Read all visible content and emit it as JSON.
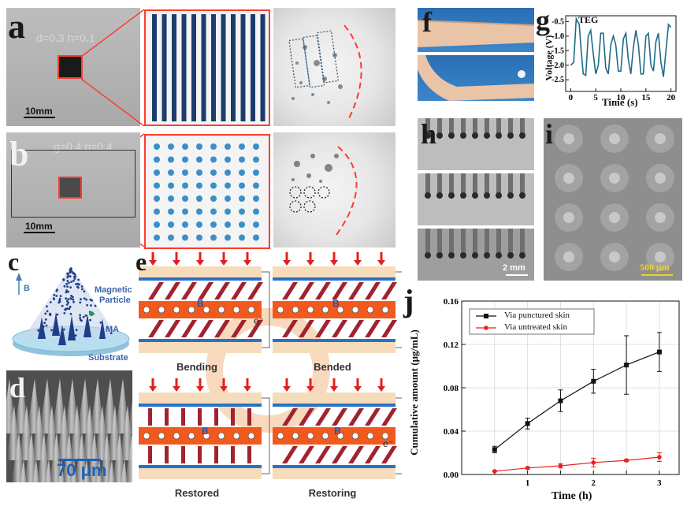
{
  "panels": {
    "a": {
      "label": "a",
      "photo_text": "d=0.3  h=0.1",
      "scale": "10mm"
    },
    "b": {
      "label": "b",
      "photo_text": "g=0.4  h=0.4",
      "scale": "10mm"
    },
    "c": {
      "label": "c",
      "b_arrow": "B",
      "magnetic": "Magnetic",
      "particle": "Particle",
      "ma": "MA",
      "substrate": "Substrate"
    },
    "d": {
      "label": "d",
      "scale": "70 μm"
    },
    "e": {
      "label": "e",
      "bending": "Bending",
      "bended": "Bended",
      "restored": "Restored",
      "restoring": "Restoring",
      "electron": "e⁻",
      "field": "B"
    },
    "f": {
      "label": "f"
    },
    "g": {
      "label": "g"
    },
    "h": {
      "label": "h",
      "scale": "2 mm"
    },
    "i": {
      "label": "i",
      "scale": "500 μm"
    },
    "j": {
      "label": "j"
    }
  },
  "chart_data": [
    {
      "type": "line",
      "panel": "g",
      "title": "TEG",
      "xlabel": "Time (s)",
      "ylabel": "Voltage (V)",
      "xlim": [
        -1,
        21
      ],
      "ylim": [
        -2.9,
        -0.3
      ],
      "xticks": [
        0,
        5,
        10,
        15,
        20
      ],
      "yticks": [
        -0.5,
        -1.0,
        -1.5,
        -2.0,
        -2.5
      ],
      "ytick_labels": [
        "-0.5",
        "-1.0",
        "-1.5",
        "-2.0",
        "-2.5"
      ],
      "color": "#1f6a86",
      "series": [
        {
          "x": [
            0.0,
            0.6,
            1.1,
            1.7,
            2.1,
            2.5,
            3.0,
            3.5,
            4.0,
            4.5,
            5.0,
            5.5,
            6.0,
            6.5,
            7.0,
            7.5,
            8.0,
            8.5,
            9.0,
            9.5,
            10.0,
            10.5,
            11.0,
            11.5,
            12.0,
            12.5,
            13.0,
            13.5,
            14.0,
            14.5,
            15.0,
            15.5,
            16.0,
            16.5,
            17.0,
            17.5,
            18.0,
            18.5,
            19.0,
            19.5,
            20.0
          ],
          "values": [
            -2.0,
            -1.9,
            -0.4,
            -0.6,
            -1.5,
            -2.3,
            -2.35,
            -1.0,
            -0.8,
            -1.6,
            -2.3,
            -2.0,
            -0.9,
            -0.9,
            -2.1,
            -2.3,
            -1.3,
            -1.0,
            -1.3,
            -2.2,
            -2.2,
            -1.1,
            -0.9,
            -1.8,
            -2.3,
            -1.4,
            -0.8,
            -1.3,
            -2.3,
            -2.3,
            -1.0,
            -0.9,
            -2.0,
            -2.2,
            -1.2,
            -0.9,
            -1.9,
            -2.4,
            -1.5,
            -0.6,
            -0.7
          ]
        }
      ]
    },
    {
      "type": "line",
      "panel": "j",
      "xlabel": "Time (h)",
      "ylabel": "Cumulative amount (μg/mL)",
      "xlim": [
        0,
        3.3
      ],
      "ylim": [
        0,
        0.16
      ],
      "xticks": [
        0.5,
        1,
        1.5,
        2,
        2.5,
        3
      ],
      "xtick_labels": [
        "",
        "1",
        "",
        "2",
        "",
        "3"
      ],
      "yticks": [
        0.0,
        0.04,
        0.08,
        0.12,
        0.16
      ],
      "ytick_labels": [
        "0.00",
        "0.04",
        "0.08",
        "0.12",
        "0.16"
      ],
      "legend": "top-left",
      "grid": true,
      "x": [
        0.5,
        1.0,
        1.5,
        2.0,
        2.5,
        3.0
      ],
      "series": [
        {
          "name": "Via punctured skin",
          "color": "#111111",
          "marker": "square",
          "values": [
            0.023,
            0.047,
            0.068,
            0.086,
            0.101,
            0.113
          ],
          "errors": [
            0.003,
            0.005,
            0.01,
            0.011,
            0.027,
            0.018
          ]
        },
        {
          "name": "Via untreated skin",
          "color": "#e8231f",
          "marker": "circle",
          "values": [
            0.003,
            0.006,
            0.008,
            0.011,
            0.013,
            0.016
          ],
          "errors": [
            0.0005,
            0.001,
            0.002,
            0.004,
            0.001,
            0.004
          ]
        }
      ]
    }
  ]
}
